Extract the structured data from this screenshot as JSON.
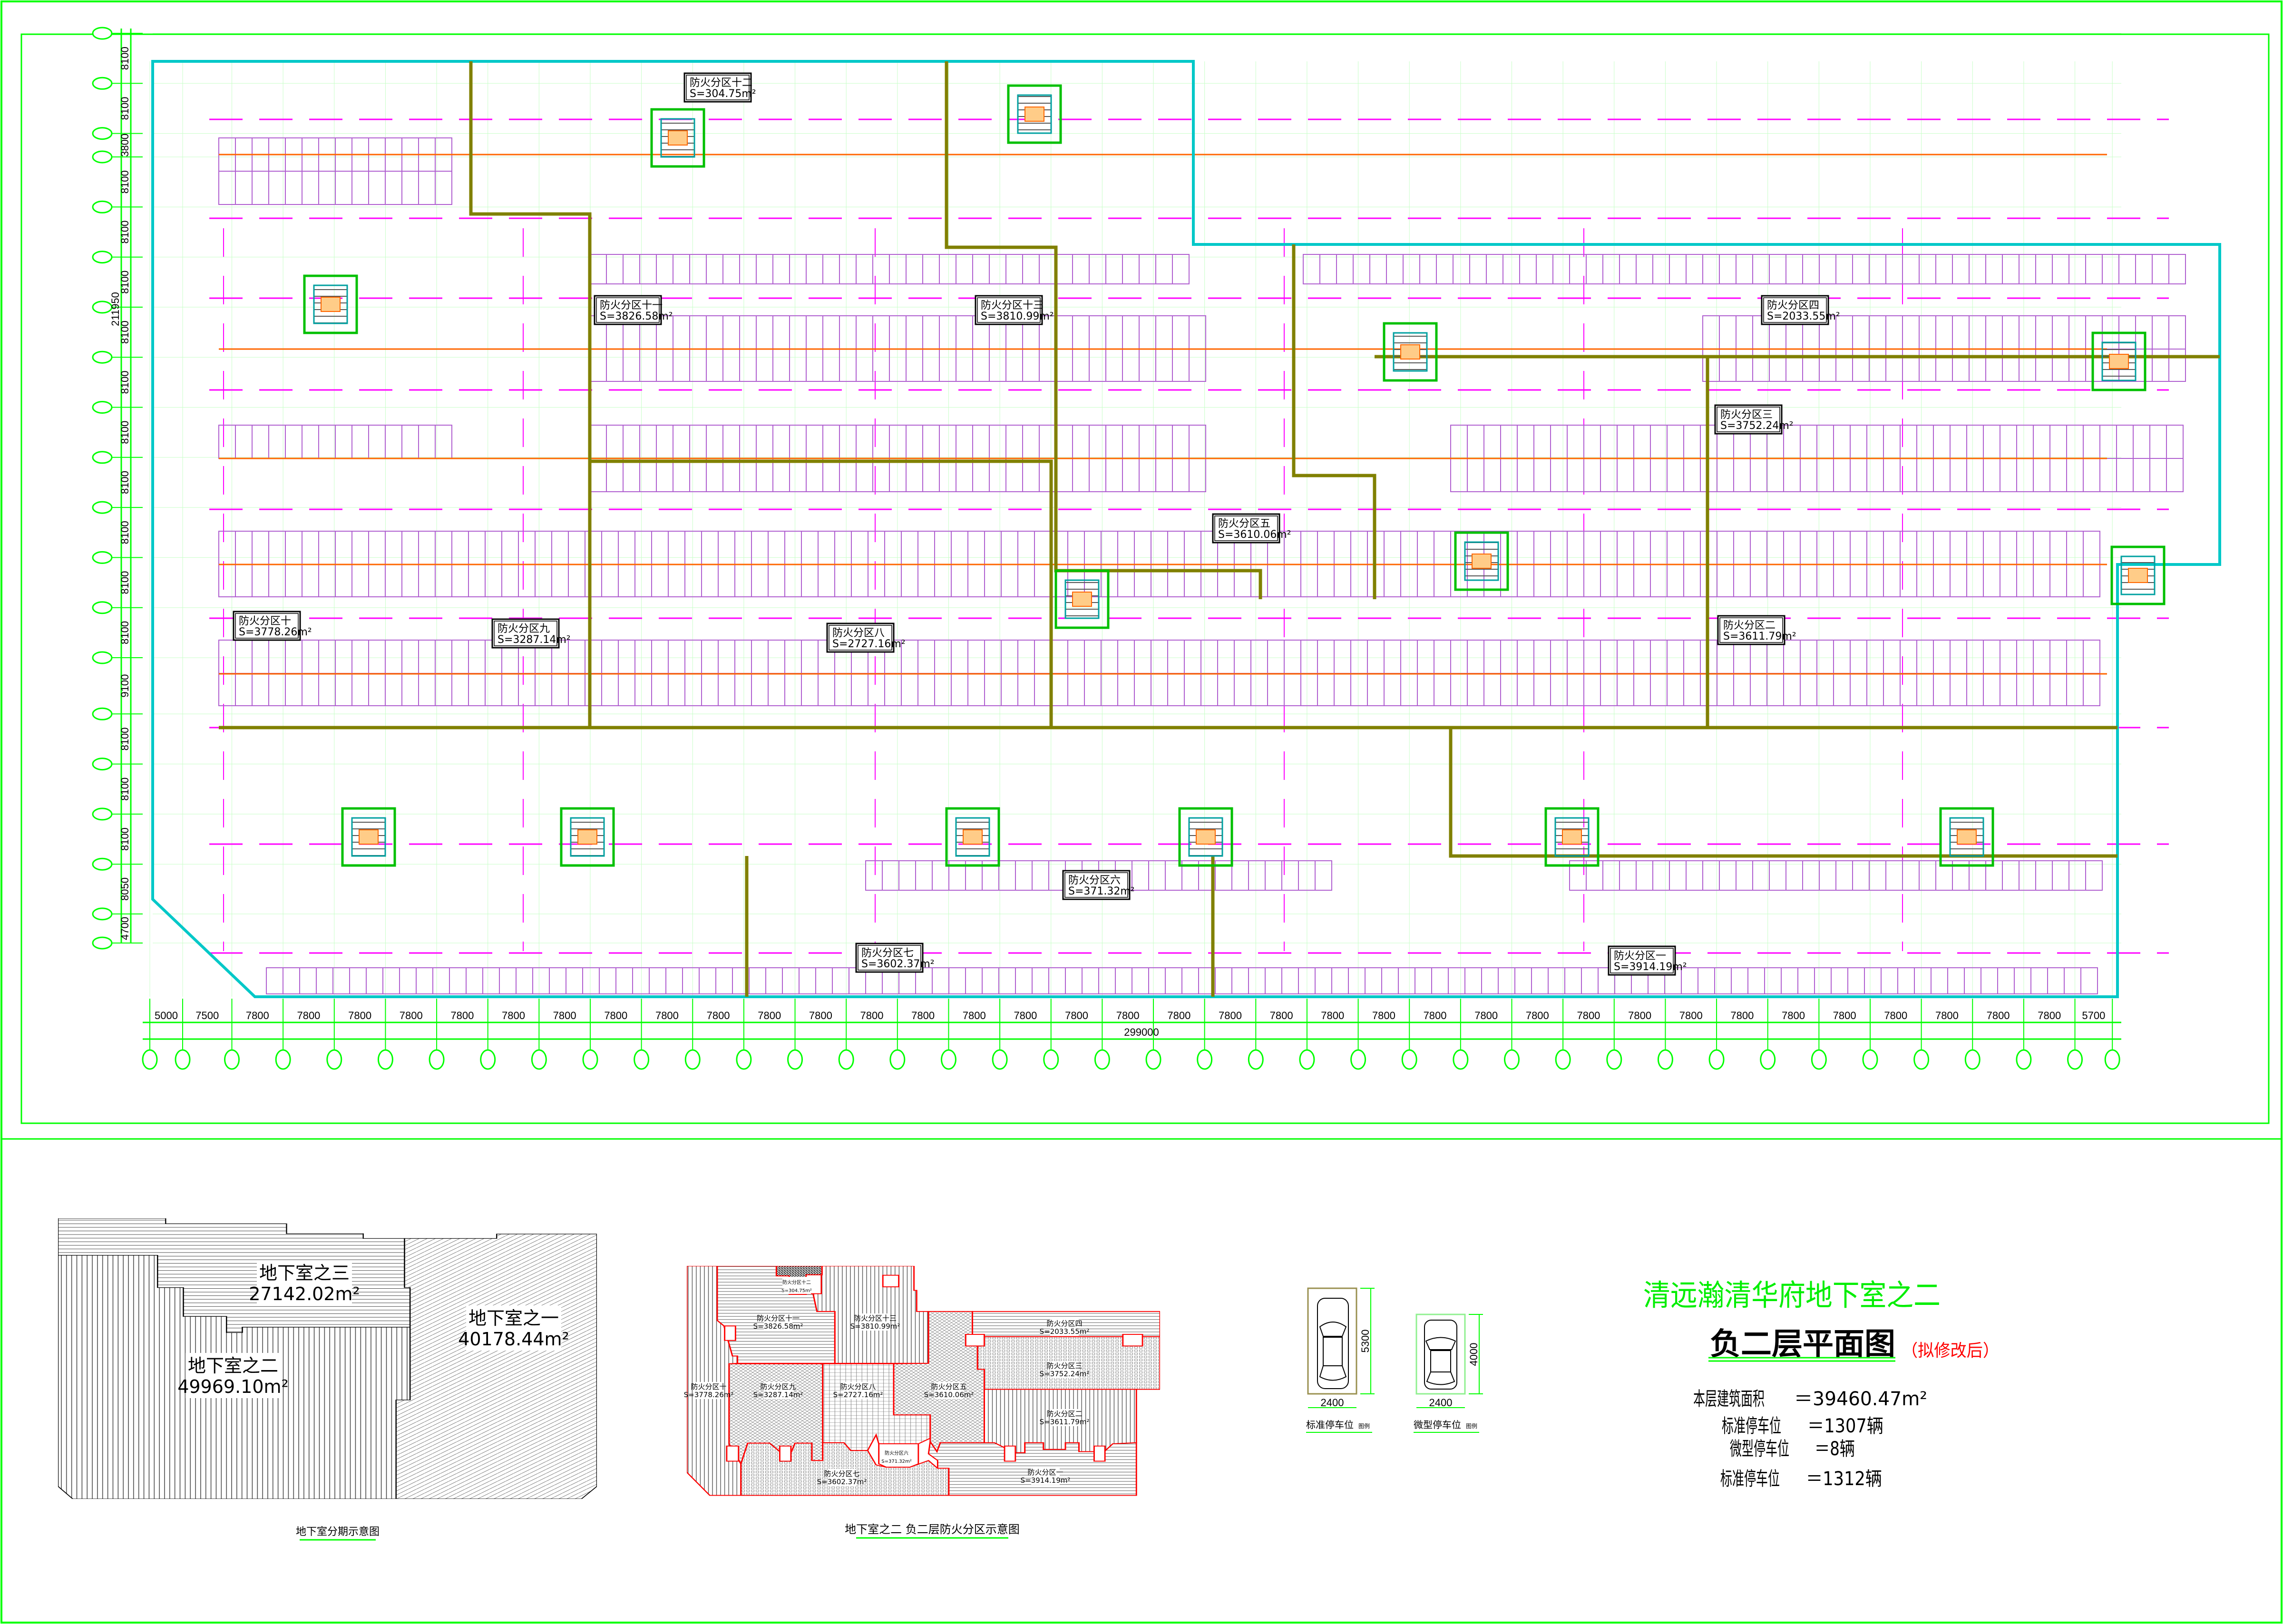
{
  "drawing": {
    "project_title": "清远瀚清华府地下室之二",
    "plan_title": "负二层平面图",
    "plan_note": "（拟修改后）",
    "stats": [
      {
        "label": "本层建筑面积",
        "value": "＝39460.47m²"
      },
      {
        "label": "标准停车位",
        "value": "＝1307辆"
      },
      {
        "label": "微型停车位",
        "value": "＝8辆"
      },
      {
        "label": "标准停车位",
        "value": "＝1312辆"
      }
    ]
  },
  "main_plan": {
    "fire_zones": [
      {
        "name": "防火分区十二",
        "area": "S=304.75m²"
      },
      {
        "name": "防火分区十一",
        "area": "S=3826.58m²"
      },
      {
        "name": "防火分区十三",
        "area": "S=3810.99m²"
      },
      {
        "name": "防火分区四",
        "area": "S=2033.55m²"
      },
      {
        "name": "防火分区三",
        "area": "S=3752.24m²"
      },
      {
        "name": "防火分区五",
        "area": "S=3610.06m²"
      },
      {
        "name": "防火分区十",
        "area": "S=3778.26m²"
      },
      {
        "name": "防火分区九",
        "area": "S=3287.14m²"
      },
      {
        "name": "防火分区八",
        "area": "S=2727.16m²"
      },
      {
        "name": "防火分区二",
        "area": "S=3611.79m²"
      },
      {
        "name": "防火分区六",
        "area": "S=371.32m²"
      },
      {
        "name": "防火分区七",
        "area": "S=3602.37m²"
      },
      {
        "name": "防火分区一",
        "area": "S=3914.19m²"
      }
    ],
    "bottom_dimensions": [
      "5000",
      "7500",
      "7800",
      "7800",
      "7800",
      "7800",
      "7800",
      "7800",
      "7800",
      "7800",
      "7800",
      "7800",
      "7800",
      "7800",
      "7800",
      "7800",
      "7800",
      "7800",
      "7800",
      "7800",
      "7800",
      "7800",
      "7800",
      "7800",
      "7800",
      "7800",
      "7800",
      "7800",
      "7800",
      "7800",
      "7800",
      "7800",
      "7800",
      "7800",
      "7800",
      "7800",
      "7800",
      "7800",
      "5700"
    ],
    "bottom_total": "299000",
    "left_dimensions": [
      "8100",
      "8100",
      "3800",
      "8100",
      "8100",
      "8100",
      "8100",
      "8100",
      "8100",
      "8100",
      "8100",
      "8100",
      "8100",
      "9100",
      "8100",
      "8100",
      "8100",
      "8050",
      "4700"
    ],
    "left_total": "211950"
  },
  "phasing_diagram": {
    "caption": "地下室分期示意图",
    "regions": [
      {
        "name": "地下室之三",
        "area": "27142.02m²"
      },
      {
        "name": "地下室之一",
        "area": "40178.44m²"
      },
      {
        "name": "地下室之二",
        "area": "49969.10m²"
      }
    ]
  },
  "fire_zone_diagram": {
    "caption": "地下室之二  负二层防火分区示意图",
    "zones": [
      {
        "name": "防火分区十二",
        "area": "S=304.75m²"
      },
      {
        "name": "防火分区十一",
        "area": "S=3826.58m²"
      },
      {
        "name": "防火分区十三",
        "area": "S=3810.99m²"
      },
      {
        "name": "防火分区四",
        "area": "S=2033.55m²"
      },
      {
        "name": "防火分区三",
        "area": "S=3752.24m²"
      },
      {
        "name": "防火分区五",
        "area": "S=3610.06m²"
      },
      {
        "name": "防火分区十",
        "area": "S=3778.26m²"
      },
      {
        "name": "防火分区九",
        "area": "S=3287.14m²"
      },
      {
        "name": "防火分区八",
        "area": "S=2727.16m²"
      },
      {
        "name": "防火分区二",
        "area": "S=3611.79m²"
      },
      {
        "name": "防火分区六",
        "area": "S=371.32m²"
      },
      {
        "name": "防火分区七",
        "area": "S=3602.37m²"
      },
      {
        "name": "防火分区一",
        "area": "S=3914.19m²"
      }
    ]
  },
  "legend": {
    "standard": {
      "title": "标准停车位",
      "suffix": "图例",
      "width": "2400",
      "length": "5300"
    },
    "micro": {
      "title": "微型停车位",
      "suffix": "图例",
      "width": "2400",
      "length": "4000"
    }
  },
  "colors": {
    "frame": "#00ff00",
    "outline": "#00c8c8",
    "stall": "#b060d0",
    "lane": "#ff00ff",
    "firewall": "#808000",
    "zone_border": "#ff0000",
    "centerline": "#ff6600"
  }
}
